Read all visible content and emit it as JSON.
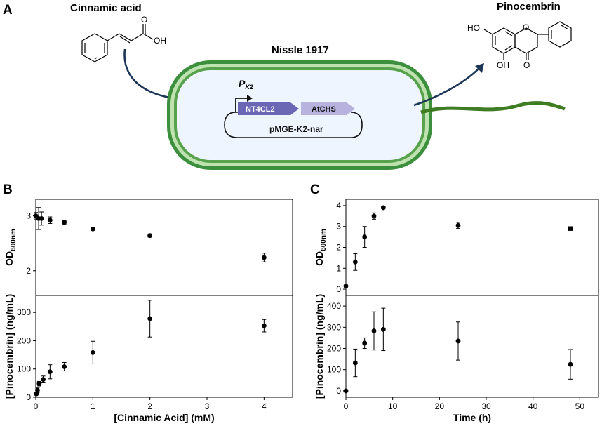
{
  "panels": {
    "a": "A",
    "b": "B",
    "c": "C"
  },
  "schematic": {
    "substrate": "Cinnamic acid",
    "product": "Pinocembrin",
    "strain": "Nissle 1917",
    "promoter_main": "P",
    "promoter_sub": "K2",
    "gene1": "NT4CL2",
    "gene2": "AtCHS",
    "plasmid": "pMGE-K2-nar",
    "substrate_oh": "OH",
    "substrate_o": "O",
    "product_oh1": "HO",
    "product_oh2": "OH",
    "product_o1": "O",
    "product_o2": "O",
    "colors": {
      "membrane": "#3c8f3c",
      "membrane_light": "#bfe3b0",
      "cytoplasm": "#eef5ff",
      "gene1": "#6b67b5",
      "gene2": "#b8b3de",
      "arrow": "#1d3557",
      "flagellum": "#3f7d24"
    }
  },
  "chart_data": [
    {
      "id": "B-top",
      "type": "scatter",
      "xlabel": "",
      "xlim": [
        0,
        4.5
      ],
      "xticks": [
        0,
        1,
        2,
        3,
        4
      ],
      "ylabel_main": "OD",
      "ylabel_sub": "600nm",
      "ylim": [
        1.55,
        3.3
      ],
      "yticks": [
        2,
        3
      ],
      "series": [
        {
          "marker": "circle",
          "x": [
            0,
            0.05,
            0.1,
            0.25,
            0.5,
            1,
            2,
            4
          ],
          "y": [
            3.0,
            2.95,
            2.95,
            2.92,
            2.88,
            2.76,
            2.64,
            2.24
          ],
          "err": [
            0.06,
            0.2,
            0.12,
            0.06,
            0.03,
            0.02,
            0.03,
            0.08
          ]
        }
      ]
    },
    {
      "id": "B-bottom",
      "type": "scatter",
      "xlabel": "[Cinnamic Acid] (mM)",
      "xlim": [
        0,
        4.5
      ],
      "xticks": [
        0,
        1,
        2,
        3,
        4
      ],
      "ylabel": "[Pinocembrin] (ng/mL)",
      "ylim": [
        0,
        360
      ],
      "yticks": [
        0,
        100,
        200,
        300
      ],
      "series": [
        {
          "marker": "circle",
          "x": [
            0.01,
            0.03,
            0.06,
            0.13,
            0.25,
            0.5,
            1,
            2,
            4
          ],
          "y": [
            12,
            25,
            48,
            63,
            90,
            108,
            158,
            278,
            253
          ],
          "err": [
            3,
            8,
            8,
            12,
            25,
            15,
            40,
            65,
            22
          ]
        }
      ]
    },
    {
      "id": "C-top",
      "type": "scatter",
      "xlabel": "",
      "xlim": [
        0,
        54
      ],
      "xticks": [
        0,
        10,
        20,
        30,
        40,
        50
      ],
      "ylabel_main": "OD",
      "ylabel_sub": "600nm",
      "ylim": [
        -0.3,
        4.3
      ],
      "yticks": [
        0,
        1,
        2,
        3,
        4
      ],
      "series": [
        {
          "marker": "circle",
          "x": [
            0,
            2,
            4,
            6,
            8,
            24
          ],
          "y": [
            0.15,
            1.3,
            2.5,
            3.5,
            3.9,
            3.05
          ],
          "err": [
            0.05,
            0.4,
            0.5,
            0.15,
            0.05,
            0.15
          ]
        },
        {
          "marker": "square",
          "x": [
            48
          ],
          "y": [
            2.9
          ],
          "err": [
            0
          ]
        }
      ]
    },
    {
      "id": "C-bottom",
      "type": "scatter",
      "xlabel": "Time (h)",
      "xlim": [
        0,
        54
      ],
      "xticks": [
        0,
        10,
        20,
        30,
        40,
        50
      ],
      "ylabel": "[Pinocembrin] (ng/mL)",
      "ylim": [
        -30,
        450
      ],
      "yticks": [
        0,
        100,
        200,
        300,
        400
      ],
      "series": [
        {
          "marker": "circle",
          "x": [
            0,
            2,
            4,
            6,
            8,
            24,
            48
          ],
          "y": [
            0,
            132,
            225,
            283,
            290,
            235,
            125
          ],
          "err": [
            0,
            65,
            25,
            90,
            100,
            90,
            70
          ]
        }
      ]
    }
  ]
}
